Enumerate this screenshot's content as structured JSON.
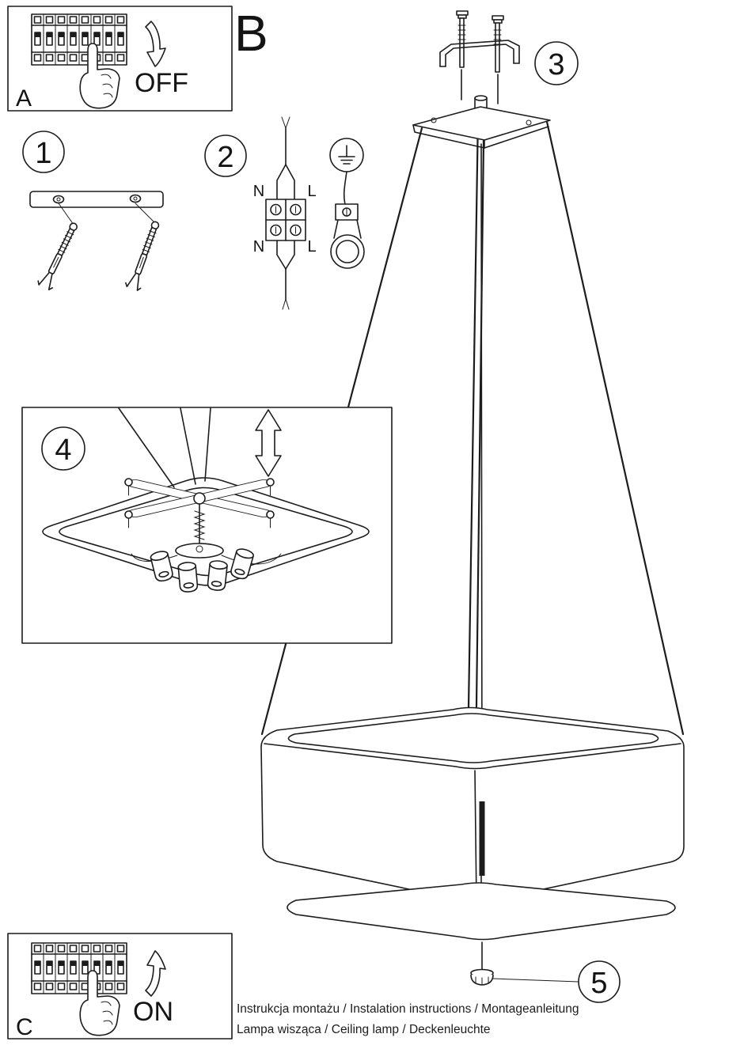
{
  "document": {
    "footer_line1": "Instrukcja montażu / Instalation instructions / Montageanleitung",
    "footer_line2": "Lampa wisząca / Ceiling lamp / Deckenleuchte"
  },
  "panels": {
    "breaker_off": {
      "label": "A",
      "action": "OFF"
    },
    "breaker_on": {
      "label": "C",
      "action": "ON"
    }
  },
  "sections": {
    "b_label": "B"
  },
  "steps": {
    "step1": "1",
    "step2": "2",
    "step3": "3",
    "step4": "4",
    "step5": "5"
  },
  "wiring": {
    "neutral_top": "N",
    "live_top": "L",
    "neutral_bottom": "N",
    "live_bottom": "L"
  }
}
